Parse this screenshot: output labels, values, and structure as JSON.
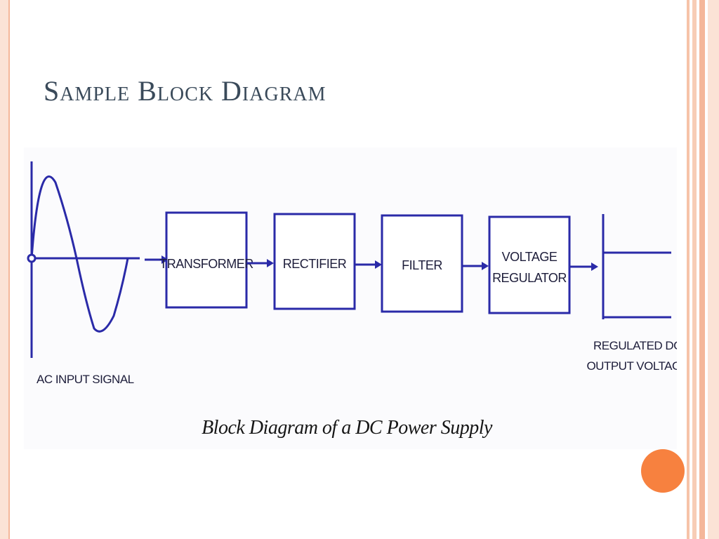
{
  "slide": {
    "title": "Sample Block Diagram"
  },
  "diagram": {
    "input_label": "AC INPUT SIGNAL",
    "blocks": [
      {
        "lines": [
          "TRANSFORMER"
        ]
      },
      {
        "lines": [
          "RECTIFIER"
        ]
      },
      {
        "lines": [
          "FILTER"
        ]
      },
      {
        "lines": [
          "VOLTAGE",
          "REGULATOR"
        ]
      }
    ],
    "output_label_lines": [
      "REGULATED DC",
      "OUTPUT VOLTAGE"
    ],
    "caption": "Block Diagram of a DC Power Supply",
    "colors": {
      "line": "#2a2aa8",
      "text": "#1d1d3a",
      "accent_dot": "#f7813f",
      "border": "#f4b79a"
    }
  }
}
